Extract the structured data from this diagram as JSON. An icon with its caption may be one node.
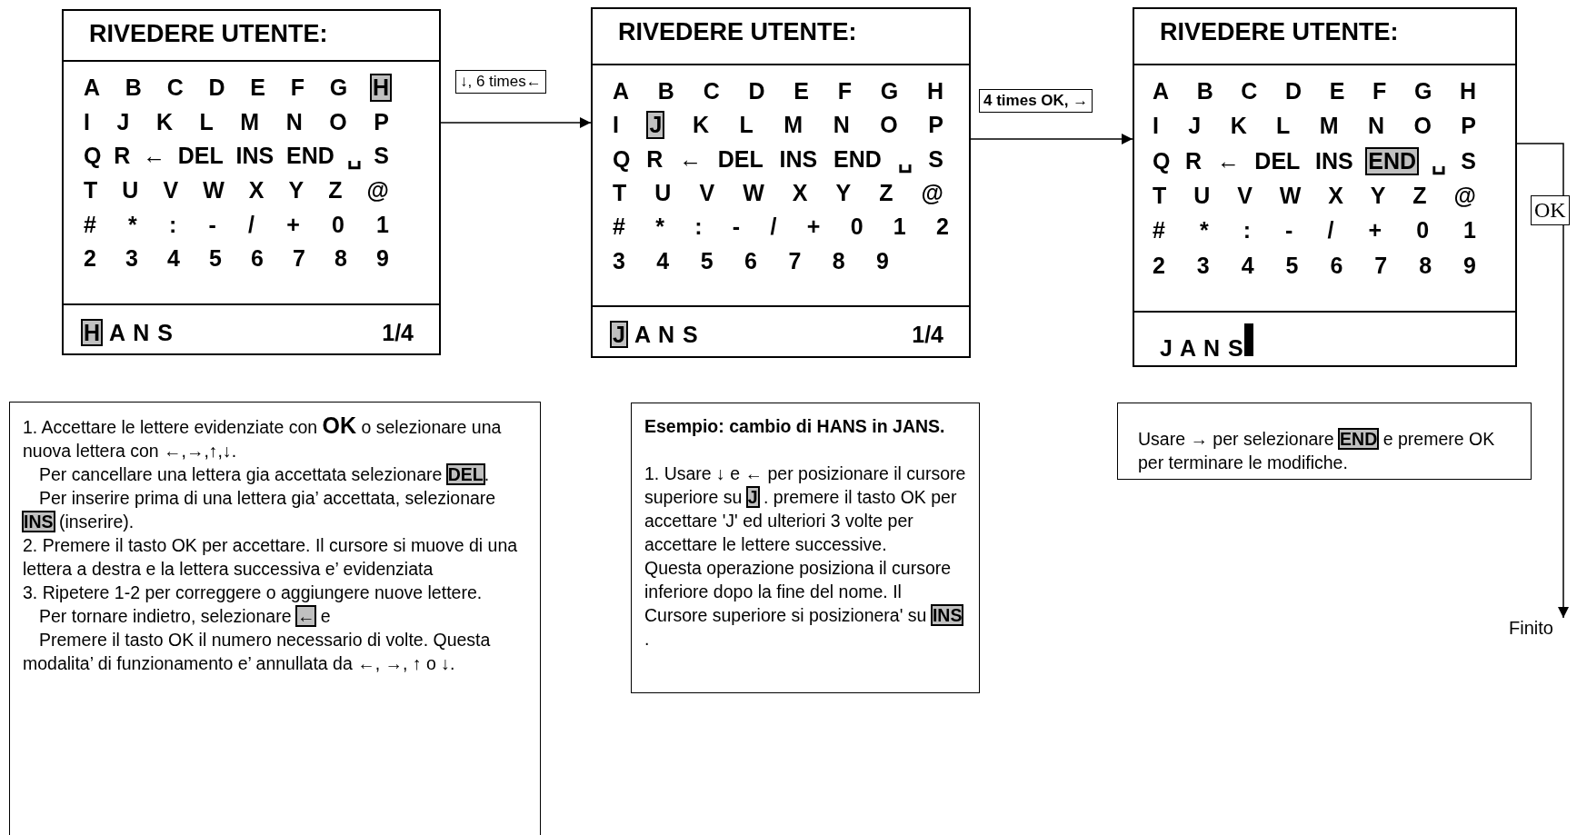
{
  "diagram": {
    "nodes": [
      {
        "text": [
          "RIVEDERE UTENTE:",
          "A B C D E F G H",
          "I J K L M N O P",
          "Q R ← DEL INS END ␣ S",
          "T U V W X Y Z @",
          "# * : - / + 0 1",
          "2 3 4 5 6 7 8 9",
          "H A N S",
          "1/4"
        ]
      },
      {
        "text": [
          "RIVEDERE UTENTE:",
          "A B C D E F G H",
          "I J K L M N O P",
          "Q R ← DEL INS END ␣ S",
          "T U V W X Y Z @",
          "# * : - / + 0 1 2",
          "3 4 5 6 7 8 9",
          "J A N S",
          "1/4"
        ]
      },
      {
        "text": [
          "RIVEDERE UTENTE:",
          "A B C D E F G H",
          "I J K L M N O P",
          "Q R ← DEL INS END ␣ S",
          "T U V W X Y Z @",
          "# * : - / + 0 1",
          "2 3 4 5 6 7 8 9",
          "J A N S"
        ]
      },
      {
        "text": [
          "1. Accettare le lettere evidenziate con **OK** o selezionare una nuova lettera con ←,→,↑,↓.",
          "Per cancellare una lettera gia accettata selezionare **DEL**.",
          "Per inserire prima di una lettera gia’ accettata, selezionare **INS** (inserire).",
          "2. Premere il tasto OK per accettare. Il cursore si muove di una lettera a destra e la lettera successiva e’ evidenziata",
          "3. Ripetere 1-2 per correggere o aggiungere nuove lettere.",
          "Per tornare indietro, selezionare **←** e",
          "Premere il tasto OK il numero necessario di volte. Questa modalita’ di funzionamento e’ annullata da ←, →, ↑ o ↓."
        ]
      },
      {
        "text": [
          "Esempio: cambio di HANS in JANS.",
          "1. Usare ↓ e ← per posizionare il cursore superiore su **J** . premere il tasto OK  per accettare 'J' ed ulteriori 3 volte per accettare le lettere successive.",
          "Questa operazione posiziona il cursore inferiore dopo la fine del nome. Il Cursore superiore si posizionera' su **INS** ."
        ]
      },
      {
        "text": [
          "Usare → per selezionare **END** e premere OK  per terminare le modifiche."
        ]
      },
      {
        "text": [
          "Finito"
        ]
      }
    ],
    "edges": [
      {
        "from": 0,
        "to": 1,
        "arrow": "to",
        "label": "↓, 6 times←"
      },
      {
        "from": 1,
        "to": 2,
        "arrow": "to",
        "label": "4 times OK, →"
      },
      {
        "from": 2,
        "to": 6,
        "arrow": "to",
        "label": "OK"
      }
    ]
  }
}
